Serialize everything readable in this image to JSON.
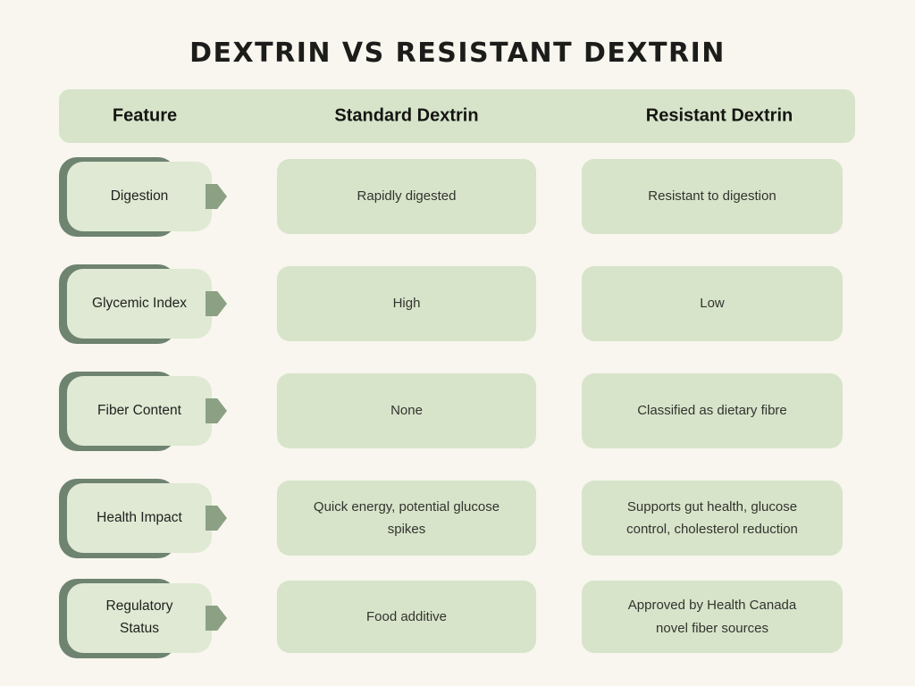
{
  "page": {
    "title": "DEXTRIN VS RESISTANT DEXTRIN"
  },
  "table": {
    "headers": {
      "feature": "Feature",
      "standard": "Standard Dextrin",
      "resistant": "Resistant Dextrin"
    },
    "rows": [
      {
        "feature": "Digestion",
        "standard": "Rapidly digested",
        "resistant": "Resistant to digestion"
      },
      {
        "feature": "Glycemic Index",
        "standard": "High",
        "resistant": "Low"
      },
      {
        "feature": "Fiber Content",
        "standard": "None",
        "resistant": "Classified as dietary fibre"
      },
      {
        "feature": "Health Impact",
        "standard": "Quick energy, potential glucose spikes",
        "resistant": "Supports gut health, glucose control, cholesterol reduction"
      },
      {
        "feature": "Regulatory Status",
        "standard": "Food additive",
        "resistant": "Approved by Health Canada novel fiber sources"
      }
    ]
  },
  "icons": {
    "feature_pointer": "arrow-right-icon"
  },
  "colors": {
    "background": "#f8f6ee",
    "band_green": "#d7e4ca",
    "feature_face_green": "#dfe9d3",
    "shadow_sage": "#6e8370",
    "arrow_sage": "#8ca184",
    "title_text": "#1c1c1a",
    "body_text": "#33332e"
  }
}
